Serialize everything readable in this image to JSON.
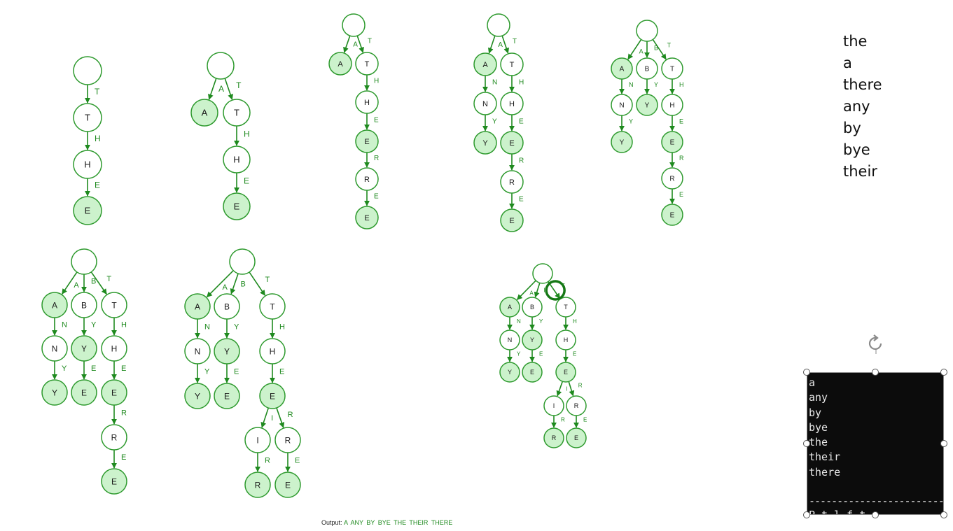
{
  "word_list": [
    "the",
    "a",
    "there",
    "any",
    "by",
    "bye",
    "their"
  ],
  "console": {
    "lines": [
      "a",
      "any",
      "by",
      "bye",
      "the",
      "their",
      "there"
    ],
    "dash_line": "--------------------------",
    "partial_line": "P          t l  f t"
  },
  "output": {
    "label": "Output:",
    "value": "A  ANY  BY  BYE  THE  THEIR  THERE"
  },
  "colors": {
    "edge": "#1f8a1f",
    "node_stroke": "#2e9a2e",
    "terminal_fill": "#ccf2cc",
    "plain_fill": "#ffffff",
    "highlight": "#157815"
  },
  "tries": [
    {
      "id": "trie-1",
      "nodes": [
        {
          "id": "r",
          "label": "",
          "terminal": false
        },
        {
          "id": "t",
          "label": "T",
          "terminal": false
        },
        {
          "id": "h",
          "label": "H",
          "terminal": false
        },
        {
          "id": "e",
          "label": "E",
          "terminal": true
        }
      ],
      "edges": [
        {
          "from": "r",
          "to": "t",
          "label": "T"
        },
        {
          "from": "t",
          "to": "h",
          "label": "H"
        },
        {
          "from": "h",
          "to": "e",
          "label": "E"
        }
      ]
    },
    {
      "id": "trie-2",
      "nodes": [
        {
          "id": "r",
          "label": "",
          "terminal": false
        },
        {
          "id": "a",
          "label": "A",
          "terminal": true
        },
        {
          "id": "t",
          "label": "T",
          "terminal": false
        },
        {
          "id": "h",
          "label": "H",
          "terminal": false
        },
        {
          "id": "e",
          "label": "E",
          "terminal": true
        }
      ],
      "edges": [
        {
          "from": "r",
          "to": "a",
          "label": "A"
        },
        {
          "from": "r",
          "to": "t",
          "label": "T"
        },
        {
          "from": "t",
          "to": "h",
          "label": "H"
        },
        {
          "from": "h",
          "to": "e",
          "label": "E"
        }
      ]
    },
    {
      "id": "trie-3",
      "nodes": [
        {
          "id": "r",
          "label": "",
          "terminal": false
        },
        {
          "id": "a",
          "label": "A",
          "terminal": true
        },
        {
          "id": "t",
          "label": "T",
          "terminal": false
        },
        {
          "id": "h",
          "label": "H",
          "terminal": false
        },
        {
          "id": "e",
          "label": "E",
          "terminal": true
        },
        {
          "id": "r2",
          "label": "R",
          "terminal": false
        },
        {
          "id": "e2",
          "label": "E",
          "terminal": true
        }
      ],
      "edges": [
        {
          "from": "r",
          "to": "a",
          "label": "A"
        },
        {
          "from": "r",
          "to": "t",
          "label": "T"
        },
        {
          "from": "t",
          "to": "h",
          "label": "H"
        },
        {
          "from": "h",
          "to": "e",
          "label": "E"
        },
        {
          "from": "e",
          "to": "r2",
          "label": "R"
        },
        {
          "from": "r2",
          "to": "e2",
          "label": "E"
        }
      ]
    },
    {
      "id": "trie-4",
      "nodes": [
        {
          "id": "r",
          "label": "",
          "terminal": false
        },
        {
          "id": "a",
          "label": "A",
          "terminal": true
        },
        {
          "id": "t",
          "label": "T",
          "terminal": false
        },
        {
          "id": "n",
          "label": "N",
          "terminal": false
        },
        {
          "id": "h",
          "label": "H",
          "terminal": false
        },
        {
          "id": "y",
          "label": "Y",
          "terminal": true
        },
        {
          "id": "e",
          "label": "E",
          "terminal": true
        },
        {
          "id": "r2",
          "label": "R",
          "terminal": false
        },
        {
          "id": "e2",
          "label": "E",
          "terminal": true
        }
      ],
      "edges": [
        {
          "from": "r",
          "to": "a",
          "label": "A"
        },
        {
          "from": "r",
          "to": "t",
          "label": "T"
        },
        {
          "from": "a",
          "to": "n",
          "label": "N"
        },
        {
          "from": "t",
          "to": "h",
          "label": "H"
        },
        {
          "from": "n",
          "to": "y",
          "label": "Y"
        },
        {
          "from": "h",
          "to": "e",
          "label": "E"
        },
        {
          "from": "e",
          "to": "r2",
          "label": "R"
        },
        {
          "from": "r2",
          "to": "e2",
          "label": "E"
        }
      ]
    },
    {
      "id": "trie-5",
      "nodes": [
        {
          "id": "r",
          "label": "",
          "terminal": false
        },
        {
          "id": "a",
          "label": "A",
          "terminal": true
        },
        {
          "id": "b",
          "label": "B",
          "terminal": false
        },
        {
          "id": "t",
          "label": "T",
          "terminal": false
        },
        {
          "id": "n",
          "label": "N",
          "terminal": false
        },
        {
          "id": "y",
          "label": "Y",
          "terminal": true
        },
        {
          "id": "h",
          "label": "H",
          "terminal": false
        },
        {
          "id": "y2",
          "label": "Y",
          "terminal": true
        },
        {
          "id": "e",
          "label": "E",
          "terminal": true
        },
        {
          "id": "r2",
          "label": "R",
          "terminal": false
        },
        {
          "id": "e2",
          "label": "E",
          "terminal": true
        }
      ],
      "edges": [
        {
          "from": "r",
          "to": "a",
          "label": "A"
        },
        {
          "from": "r",
          "to": "b",
          "label": "B"
        },
        {
          "from": "r",
          "to": "t",
          "label": "T"
        },
        {
          "from": "a",
          "to": "n",
          "label": "N"
        },
        {
          "from": "b",
          "to": "y",
          "label": "Y"
        },
        {
          "from": "t",
          "to": "h",
          "label": "H"
        },
        {
          "from": "n",
          "to": "y2",
          "label": "Y"
        },
        {
          "from": "h",
          "to": "e",
          "label": "E"
        },
        {
          "from": "e",
          "to": "r2",
          "label": "R"
        },
        {
          "from": "r2",
          "to": "e2",
          "label": "E"
        }
      ]
    },
    {
      "id": "trie-6",
      "nodes": [
        {
          "id": "r",
          "label": "",
          "terminal": false
        },
        {
          "id": "a",
          "label": "A",
          "terminal": true
        },
        {
          "id": "b",
          "label": "B",
          "terminal": false
        },
        {
          "id": "t",
          "label": "T",
          "terminal": false
        },
        {
          "id": "n",
          "label": "N",
          "terminal": false
        },
        {
          "id": "y",
          "label": "Y",
          "terminal": true
        },
        {
          "id": "h",
          "label": "H",
          "terminal": false
        },
        {
          "id": "y2",
          "label": "Y",
          "terminal": true
        },
        {
          "id": "e",
          "label": "E",
          "terminal": true
        },
        {
          "id": "e3",
          "label": "E",
          "terminal": true
        },
        {
          "id": "r2",
          "label": "R",
          "terminal": false
        },
        {
          "id": "e2",
          "label": "E",
          "terminal": true
        }
      ],
      "edges": [
        {
          "from": "r",
          "to": "a",
          "label": "A"
        },
        {
          "from": "r",
          "to": "b",
          "label": "B"
        },
        {
          "from": "r",
          "to": "t",
          "label": "T"
        },
        {
          "from": "a",
          "to": "n",
          "label": "N"
        },
        {
          "from": "b",
          "to": "y",
          "label": "Y"
        },
        {
          "from": "t",
          "to": "h",
          "label": "H"
        },
        {
          "from": "n",
          "to": "y2",
          "label": "Y"
        },
        {
          "from": "y",
          "to": "e",
          "label": "E"
        },
        {
          "from": "h",
          "to": "e3",
          "label": "E"
        },
        {
          "from": "e3",
          "to": "r2",
          "label": "R"
        },
        {
          "from": "r2",
          "to": "e2",
          "label": "E"
        }
      ]
    },
    {
      "id": "trie-7",
      "nodes": [
        {
          "id": "r",
          "label": "",
          "terminal": false
        },
        {
          "id": "a",
          "label": "A",
          "terminal": true
        },
        {
          "id": "b",
          "label": "B",
          "terminal": false
        },
        {
          "id": "t",
          "label": "T",
          "terminal": false
        },
        {
          "id": "n",
          "label": "N",
          "terminal": false
        },
        {
          "id": "y",
          "label": "Y",
          "terminal": true
        },
        {
          "id": "h",
          "label": "H",
          "terminal": false
        },
        {
          "id": "y2",
          "label": "Y",
          "terminal": true
        },
        {
          "id": "e",
          "label": "E",
          "terminal": true
        },
        {
          "id": "e3",
          "label": "E",
          "terminal": true
        },
        {
          "id": "i",
          "label": "I",
          "terminal": false
        },
        {
          "id": "r3",
          "label": "R",
          "terminal": false
        },
        {
          "id": "r4",
          "label": "R",
          "terminal": true
        },
        {
          "id": "e2",
          "label": "E",
          "terminal": true
        }
      ],
      "edges": [
        {
          "from": "r",
          "to": "a",
          "label": "A"
        },
        {
          "from": "r",
          "to": "b",
          "label": "B"
        },
        {
          "from": "r",
          "to": "t",
          "label": "T"
        },
        {
          "from": "a",
          "to": "n",
          "label": "N"
        },
        {
          "from": "b",
          "to": "y",
          "label": "Y"
        },
        {
          "from": "t",
          "to": "h",
          "label": "H"
        },
        {
          "from": "n",
          "to": "y2",
          "label": "Y"
        },
        {
          "from": "y",
          "to": "e",
          "label": "E"
        },
        {
          "from": "h",
          "to": "e3",
          "label": "E"
        },
        {
          "from": "e3",
          "to": "i",
          "label": "I"
        },
        {
          "from": "e3",
          "to": "r3",
          "label": "R"
        },
        {
          "from": "i",
          "to": "r4",
          "label": "R"
        },
        {
          "from": "r3",
          "to": "e2",
          "label": "E"
        }
      ]
    },
    {
      "id": "trie-8",
      "highlight_edge": "T",
      "nodes": [
        {
          "id": "r",
          "label": "",
          "terminal": false
        },
        {
          "id": "a",
          "label": "A",
          "terminal": true
        },
        {
          "id": "b",
          "label": "B",
          "terminal": false
        },
        {
          "id": "t",
          "label": "T",
          "terminal": false
        },
        {
          "id": "n",
          "label": "N",
          "terminal": false
        },
        {
          "id": "y",
          "label": "Y",
          "terminal": true
        },
        {
          "id": "h",
          "label": "H",
          "terminal": false
        },
        {
          "id": "y2",
          "label": "Y",
          "terminal": true
        },
        {
          "id": "e",
          "label": "E",
          "terminal": true
        },
        {
          "id": "e3",
          "label": "E",
          "terminal": true
        },
        {
          "id": "i",
          "label": "I",
          "terminal": false
        },
        {
          "id": "r3",
          "label": "R",
          "terminal": false
        },
        {
          "id": "r4",
          "label": "R",
          "terminal": true
        },
        {
          "id": "e2",
          "label": "E",
          "terminal": true
        }
      ],
      "edges": [
        {
          "from": "r",
          "to": "a",
          "label": "A"
        },
        {
          "from": "r",
          "to": "b",
          "label": "B"
        },
        {
          "from": "r",
          "to": "t",
          "label": "T"
        },
        {
          "from": "a",
          "to": "n",
          "label": "N"
        },
        {
          "from": "b",
          "to": "y",
          "label": "Y"
        },
        {
          "from": "t",
          "to": "h",
          "label": "H"
        },
        {
          "from": "n",
          "to": "y2",
          "label": "Y"
        },
        {
          "from": "y",
          "to": "e",
          "label": "E"
        },
        {
          "from": "h",
          "to": "e3",
          "label": "E"
        },
        {
          "from": "e3",
          "to": "i",
          "label": "I"
        },
        {
          "from": "e3",
          "to": "r3",
          "label": "R"
        },
        {
          "from": "i",
          "to": "r4",
          "label": "R"
        },
        {
          "from": "r3",
          "to": "e2",
          "label": "E"
        }
      ]
    }
  ]
}
